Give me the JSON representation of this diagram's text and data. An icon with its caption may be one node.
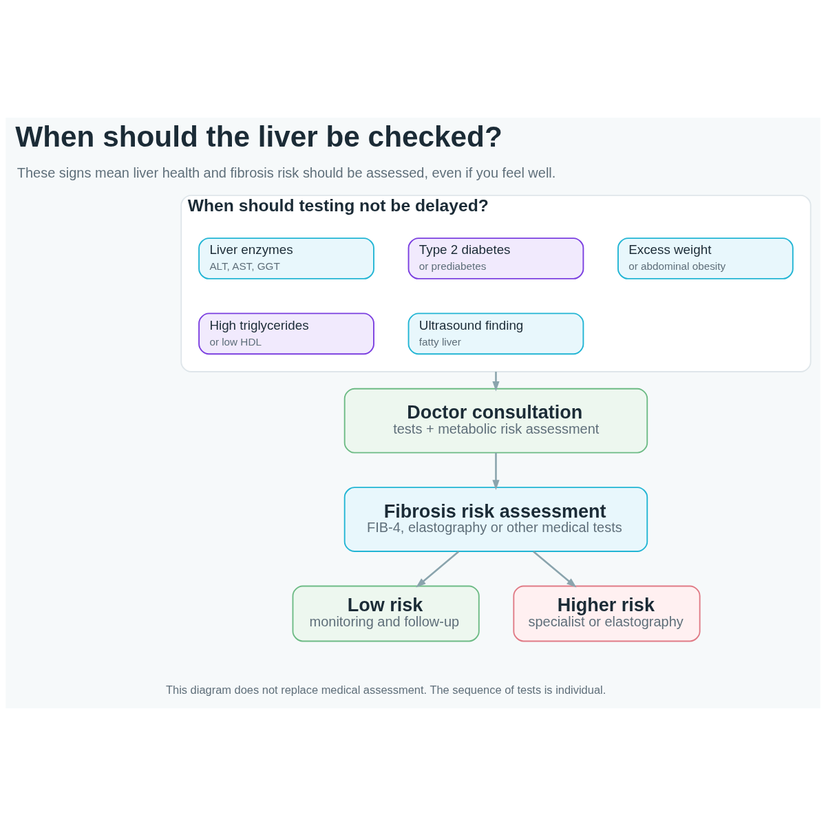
{
  "diagram": {
    "title": "When should the liver be checked?",
    "nodes": [
      {
        "text": [
          "When should testing not be delayed?"
        ]
      },
      {
        "text": [
          "Liver enzymes",
          "ALT, AST, GGT"
        ],
        "in": 0
      },
      {
        "text": [
          "Type 2 diabetes",
          "or prediabetes"
        ],
        "in": 0
      },
      {
        "text": [
          "Excess weight",
          "or abdominal obesity"
        ],
        "in": 0
      },
      {
        "text": [
          "High triglycerides",
          "or low HDL"
        ],
        "in": 0
      },
      {
        "text": [
          "Ultrasound finding",
          "fatty liver"
        ],
        "in": 0
      },
      {
        "text": [
          "Doctor consultation",
          "tests + metabolic risk assessment"
        ]
      },
      {
        "text": [
          "Fibrosis risk assessment",
          "FIB-4, elastography or other medical tests"
        ]
      },
      {
        "text": [
          "Low risk",
          "monitoring and follow-up"
        ]
      },
      {
        "text": [
          "Higher risk",
          "specialist or elastography"
        ]
      }
    ],
    "edges": [
      {
        "from": 0,
        "to": 6,
        "arrow": "to"
      },
      {
        "from": 6,
        "to": 7,
        "arrow": "to"
      },
      {
        "from": 7,
        "to": 8,
        "arrow": "to"
      },
      {
        "from": 7,
        "to": 9,
        "arrow": "to"
      }
    ],
    "labels": [
      "These signs mean liver health and fibrosis risk should be assessed, even if you feel well.",
      "This diagram does not replace medical assessment. The sequence of tests is individual."
    ]
  }
}
